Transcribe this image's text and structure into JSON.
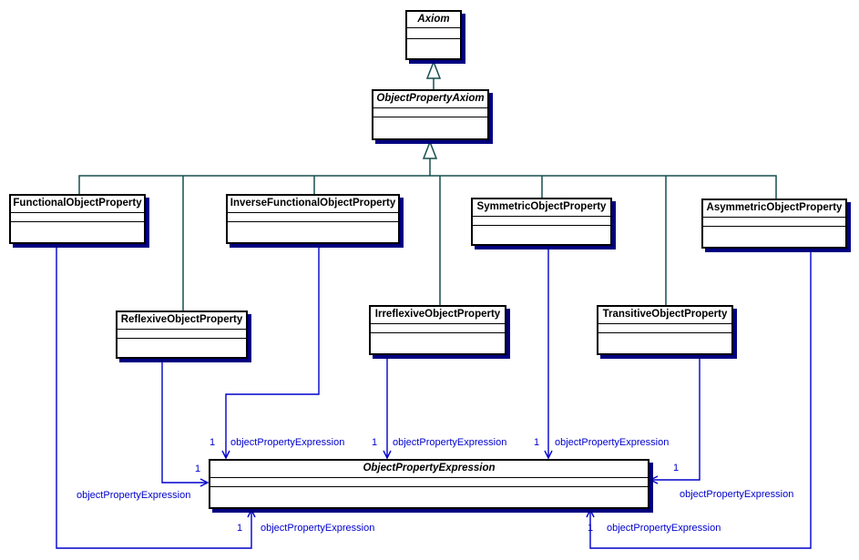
{
  "diagram": {
    "classes": {
      "axiom": {
        "name": "Axiom",
        "abstract": true
      },
      "objectPropertyAxiom": {
        "name": "ObjectPropertyAxiom",
        "abstract": true
      },
      "functional": {
        "name": "FunctionalObjectProperty",
        "abstract": false
      },
      "inverseFunctional": {
        "name": "InverseFunctionalObjectProperty",
        "abstract": false
      },
      "symmetric": {
        "name": "SymmetricObjectProperty",
        "abstract": false
      },
      "asymmetric": {
        "name": "AsymmetricObjectProperty",
        "abstract": false
      },
      "reflexive": {
        "name": "ReflexiveObjectProperty",
        "abstract": false
      },
      "irreflexive": {
        "name": "IrreflexiveObjectProperty",
        "abstract": false
      },
      "transitive": {
        "name": "TransitiveObjectProperty",
        "abstract": false
      },
      "objectPropertyExpression": {
        "name": "ObjectPropertyExpression",
        "abstract": true
      }
    },
    "associations": {
      "inverseFunctional": {
        "source": "InverseFunctionalObjectProperty",
        "multiplicity": "1",
        "role": "objectPropertyExpression"
      },
      "irreflexive": {
        "source": "IrreflexiveObjectProperty",
        "multiplicity": "1",
        "role": "objectPropertyExpression"
      },
      "symmetric": {
        "source": "SymmetricObjectProperty",
        "multiplicity": "1",
        "role": "objectPropertyExpression"
      },
      "reflexive": {
        "source": "ReflexiveObjectProperty",
        "multiplicity": "1",
        "role": "objectPropertyExpression"
      },
      "transitive": {
        "source": "TransitiveObjectProperty",
        "multiplicity": "1",
        "role": "objectPropertyExpression"
      },
      "functional": {
        "source": "FunctionalObjectProperty",
        "multiplicity": "1",
        "role": "objectPropertyExpression"
      },
      "asymmetric": {
        "source": "AsymmetricObjectProperty",
        "multiplicity": "1",
        "role": "objectPropertyExpression"
      }
    },
    "colors": {
      "association": "#0000cc",
      "generalization": "#174f4f",
      "shadow": "#000080",
      "border": "#000000",
      "background": "#ffffff"
    }
  }
}
